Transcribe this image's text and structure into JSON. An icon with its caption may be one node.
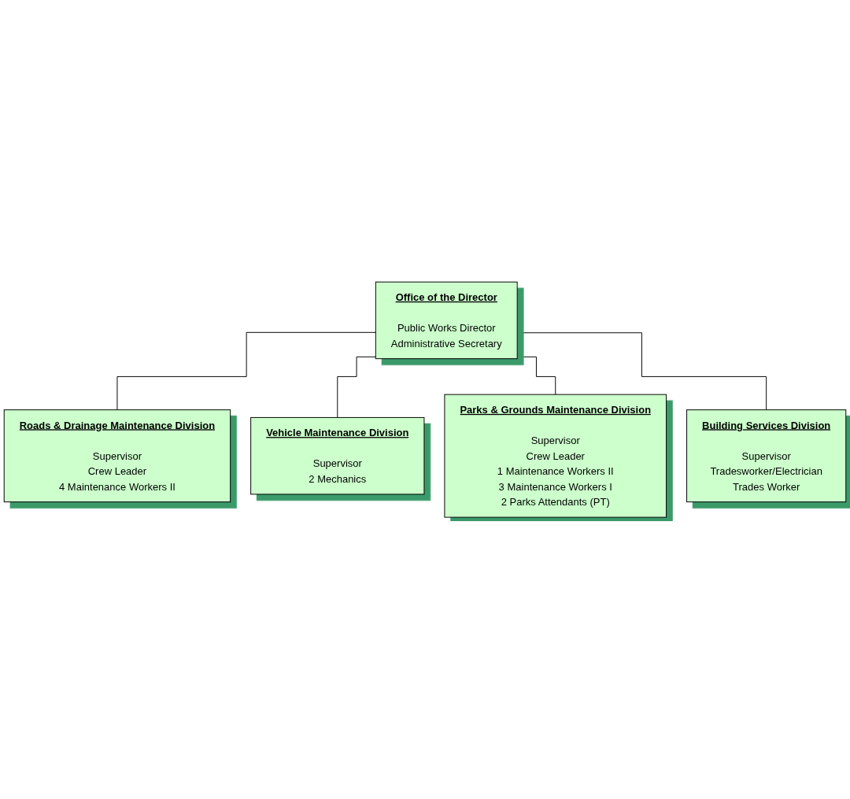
{
  "diagram": {
    "nodes": [
      {
        "text": [
          "Office of the Director",
          "Public Works Director",
          "Administrative Secretary"
        ]
      },
      {
        "text": [
          "Roads & Drainage Maintenance Division",
          "Supervisor",
          "Crew Leader",
          "4 Maintenance Workers II"
        ]
      },
      {
        "text": [
          "Vehicle Maintenance Division",
          "Supervisor",
          "2 Mechanics"
        ]
      },
      {
        "text": [
          "Parks & Grounds Maintenance Division",
          "Supervisor",
          "Crew Leader",
          "1 Maintenance Workers II",
          "3 Maintenance Workers I",
          "2 Parks Attendants (PT)"
        ]
      },
      {
        "text": [
          "Building Services Division",
          "Supervisor",
          "Tradesworker/Electrician",
          "Trades Worker"
        ]
      }
    ],
    "edges": [
      {
        "from": 0,
        "to": 1,
        "arrow": "none"
      },
      {
        "from": 0,
        "to": 2,
        "arrow": "none"
      },
      {
        "from": 0,
        "to": 3,
        "arrow": "none"
      },
      {
        "from": 0,
        "to": 4,
        "arrow": "none"
      }
    ]
  }
}
